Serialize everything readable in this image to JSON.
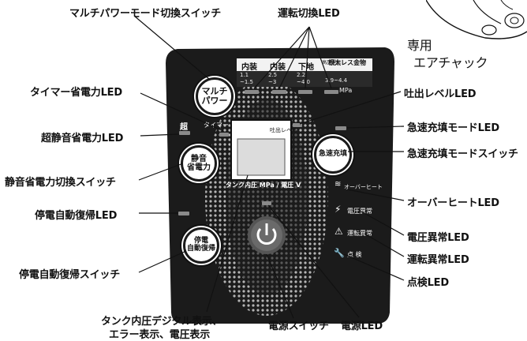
{
  "callouts": {
    "multi_power_switch": "マルチパワーモード切換スイッチ",
    "mode_leds": "運転切換LED",
    "timer_led": "タイマー省電力LED",
    "discharge_led": "吐出レベルLED",
    "super_quiet_led": "超静音省電力LED",
    "rapid_fill_led": "急速充填モードLED",
    "rapid_fill_switch": "急速充填モードスイッチ",
    "quiet_switch": "静音省電力切換スイッチ",
    "overheat_led": "オーバーヒートLED",
    "power_failure_led": "停電自動復帰LED",
    "voltage_error_led": "電圧異常LED",
    "power_failure_switch": "停電自動復帰スイッチ",
    "operation_error_led": "運転異常LED",
    "inspection_led": "点検LED",
    "display_line1": "タンク内圧デジタル表示、",
    "display_line2": "エラー表示、電圧表示",
    "power_switch": "電源スイッチ",
    "power_led": "電源LED",
    "air_chuck_line1": "専用",
    "air_chuck_line2": "エアチャック"
  },
  "panel": {
    "modes": [
      {
        "name": "内装",
        "range_top": "1.1",
        "range_bottom": "~1.5"
      },
      {
        "name": "内装",
        "range_top": "2.5",
        "range_bottom": "~3"
      },
      {
        "name": "下地",
        "range_top": "2.2",
        "range_bottom": "~4.0"
      },
      {
        "name": "根太レス金物",
        "range_top": "3.9~4.4",
        "range_bottom": ""
      }
    ],
    "mode_small_label": "高圧運転",
    "unit": "MPa",
    "multi_button_line1": "マルチ",
    "multi_button_line2": "パワー",
    "super_label": "超",
    "timer_label": "タイマー",
    "discharge_label": "吐出レベル",
    "quiet_button_line1": "静音",
    "quiet_button_line2": "省電力",
    "rapid_button": "急速充填",
    "display_caption": "タンク内圧 MPa / 電圧 V",
    "overheat_label": "オーバーヒート",
    "voltage_label": "電圧異常",
    "operation_label": "運転異常",
    "inspection_label": "点 検",
    "auto_button_line1": "停電",
    "auto_button_line2": "自動復帰"
  }
}
